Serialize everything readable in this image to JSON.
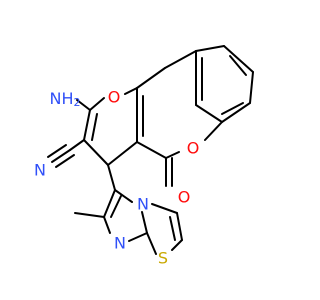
{
  "colors": {
    "bond": "#000000",
    "carbon": "#000000",
    "oxygen": "#ff0d0d",
    "nitrogen": "#3050f8",
    "sulfur": "#c9a800"
  },
  "atoms": {
    "nh2": {
      "text": "NH2",
      "element": "nitrogen"
    },
    "o_pyran": {
      "text": "O",
      "element": "oxygen"
    },
    "o_lactone": {
      "text": "O",
      "element": "oxygen"
    },
    "o_carbonyl": {
      "text": "O",
      "element": "oxygen"
    },
    "n_nitrile": {
      "text": "N",
      "element": "nitrogen"
    },
    "n_imidazole_bridge": {
      "text": "N",
      "element": "nitrogen"
    },
    "n_imidazole": {
      "text": "N",
      "element": "nitrogen"
    },
    "s_thiazole": {
      "text": "S",
      "element": "sulfur"
    }
  }
}
